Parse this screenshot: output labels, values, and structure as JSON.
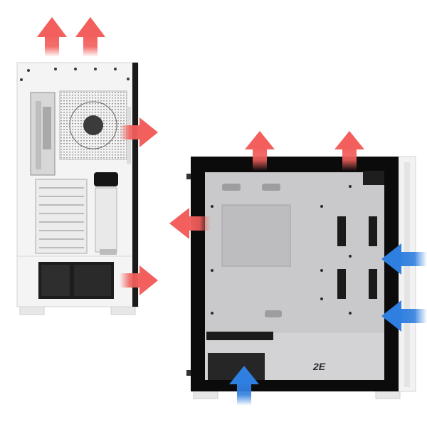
{
  "image": {
    "description_free": true,
    "brand_logo_text": "2E"
  },
  "airflow": {
    "exhaust": {
      "color": "#f25f5c",
      "icon": "arrow-exhaust-icon",
      "rear_view": [
        "top-left",
        "top-right",
        "rear-fan",
        "psu"
      ],
      "side_view": [
        "top-left",
        "top-right",
        "rear"
      ]
    },
    "intake": {
      "color": "#2f7fe0",
      "icon": "arrow-intake-icon",
      "side_view": [
        "front-upper",
        "front-lower",
        "bottom"
      ]
    }
  },
  "colors": {
    "case_white": "#f3f3f3",
    "panel_gray": "#c9c9cb",
    "tempered_glass_frame": "#0b0b0b",
    "shadow": "#bdbdbd"
  }
}
